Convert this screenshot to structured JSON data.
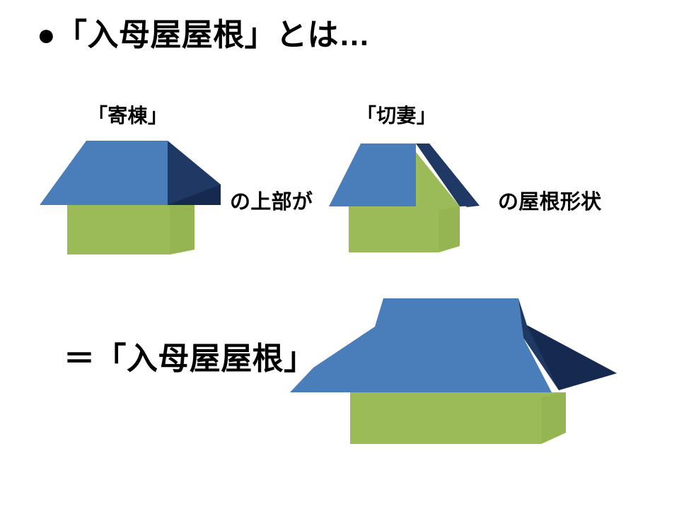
{
  "slide": {
    "title": "●「入母屋屋根」とは…",
    "background_color": "#ffffff"
  },
  "palette": {
    "roof_blue": "#4a7ebb",
    "roof_dark_navy": "#1f3864",
    "roof_dark_navy_deep": "#152a4e",
    "wall_green": "#9bbb59",
    "wall_green_shade": "#94b552",
    "text_black": "#000000"
  },
  "diagram": {
    "houses": [
      {
        "id": "hipped",
        "label": "「寄棟」",
        "label_reading": "yosemune",
        "roof_type": "hipped-roof"
      },
      {
        "id": "gable",
        "label": "「切妻」",
        "label_reading": "kirizuma",
        "roof_type": "gable-roof"
      },
      {
        "id": "irimoya",
        "label": "",
        "label_reading": "irimoya",
        "roof_type": "hip-and-gable-roof"
      }
    ],
    "connectors": {
      "upper_part": "の上部が",
      "roof_shape": "の屋根形状"
    },
    "conclusion": "＝「入母屋屋根」"
  }
}
